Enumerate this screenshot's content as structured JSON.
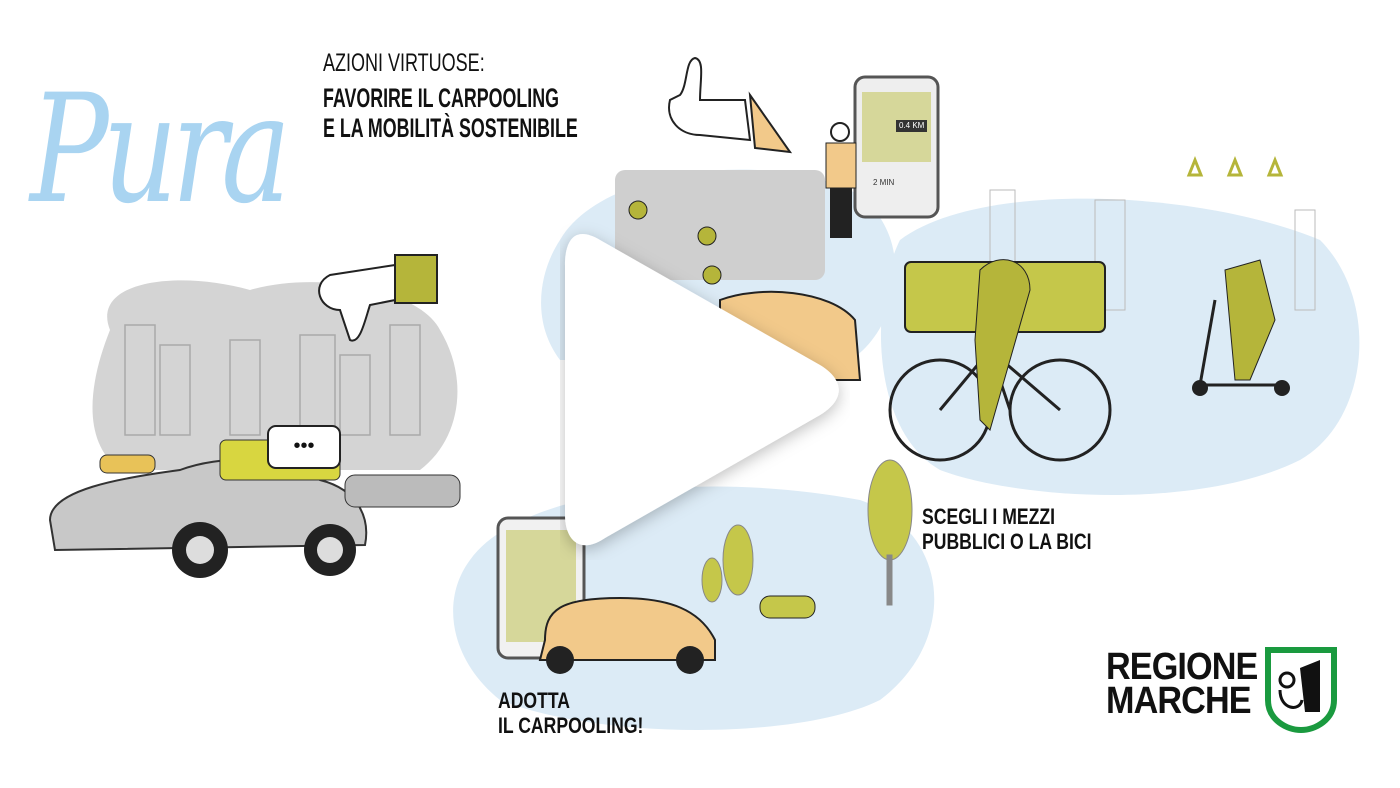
{
  "video": {
    "brand_script": "Pura",
    "heading": {
      "kicker": "AZIONI VIRTUOSE:",
      "line1": "FAVORIRE IL CARPOOLING",
      "line2": "E LA MOBILITÀ SOSTENIBILE"
    },
    "captions": {
      "public_transport_line1": "SCEGLI I MEZZI",
      "public_transport_line2": "PUBBLICI O LA BICI",
      "carpooling_line1": "ADOTTA",
      "carpooling_line2": "IL CARPOOLING!"
    },
    "phone": {
      "distance": "0.4 KM",
      "eta": "2 MIN"
    },
    "speech_bubble": "•••",
    "logo": {
      "line1": "REGIONE",
      "line2": "MARCHE"
    },
    "colors": {
      "script_blue": "#a9d4f1",
      "blob_blue": "#dcebf6",
      "olive": "#b5b53a",
      "peach": "#f2c98a",
      "logo_green": "#1a9a3f"
    }
  }
}
